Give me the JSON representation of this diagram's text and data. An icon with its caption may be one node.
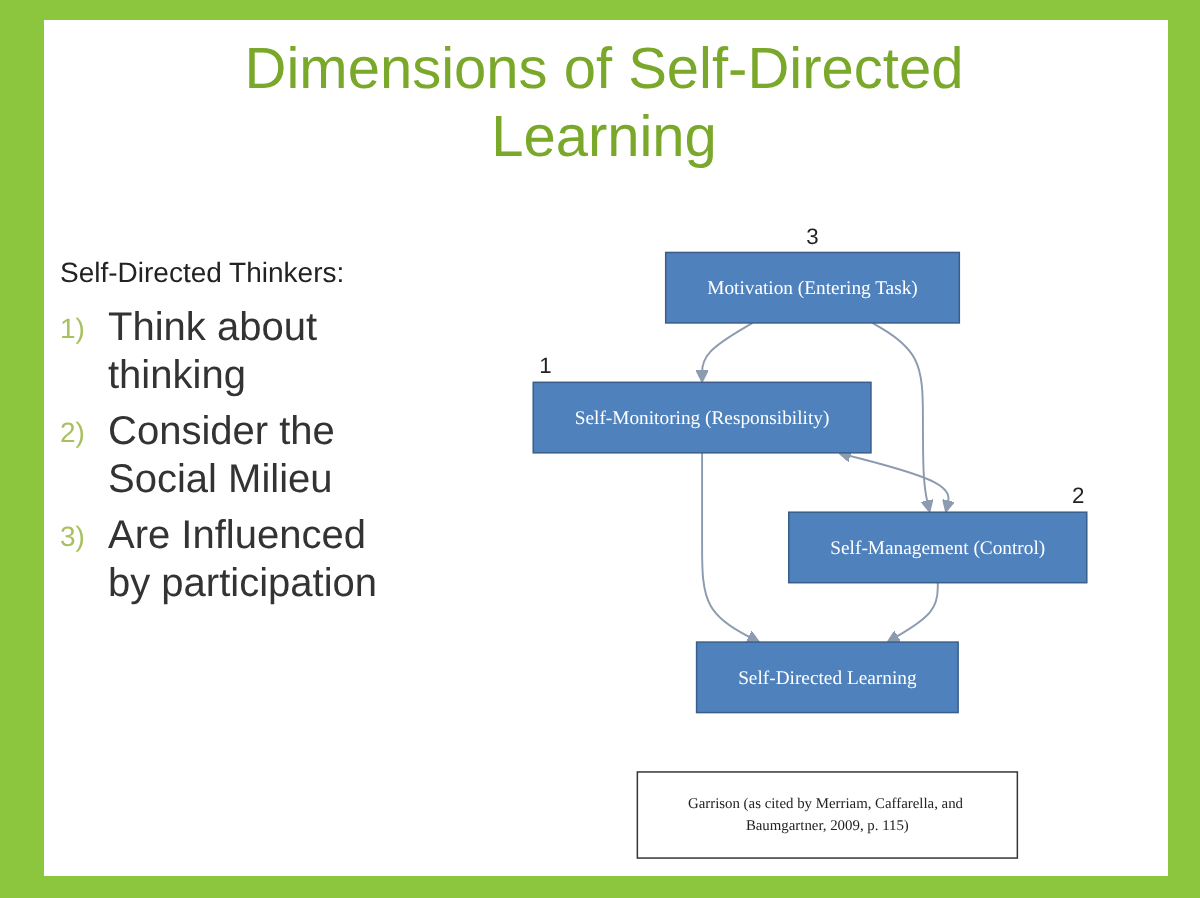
{
  "diagram": {
    "title": "Dimensions of Self-Directed Learning",
    "nodes": [
      {
        "text": [
          "Motivation (Entering Task)"
        ],
        "beside": [
          "3"
        ]
      },
      {
        "text": [
          "Self-Monitoring (Responsibility)"
        ],
        "beside": [
          "1"
        ]
      },
      {
        "text": [
          "Self-Management (Control)"
        ],
        "beside": [
          "2"
        ]
      },
      {
        "text": [
          "Self-Directed Learning"
        ]
      },
      {
        "text": [
          "Garrison (as cited by Merriam, Caffarella, and Baumgartner, 2009, p. 115)"
        ]
      }
    ],
    "edges": [
      {
        "from": 0,
        "to": 1,
        "arrow": "to"
      },
      {
        "from": 0,
        "to": 2,
        "arrow": "to"
      },
      {
        "from": 1,
        "to": 2,
        "arrow": "both"
      },
      {
        "from": 1,
        "to": 3,
        "arrow": "to"
      },
      {
        "from": 2,
        "to": 3,
        "arrow": "to"
      }
    ],
    "labels": [
      "Self-Directed Thinkers:",
      "1)",
      "Think about thinking",
      "2)",
      "Consider the Social Milieu",
      "3)",
      "Are Influenced by participation"
    ]
  }
}
